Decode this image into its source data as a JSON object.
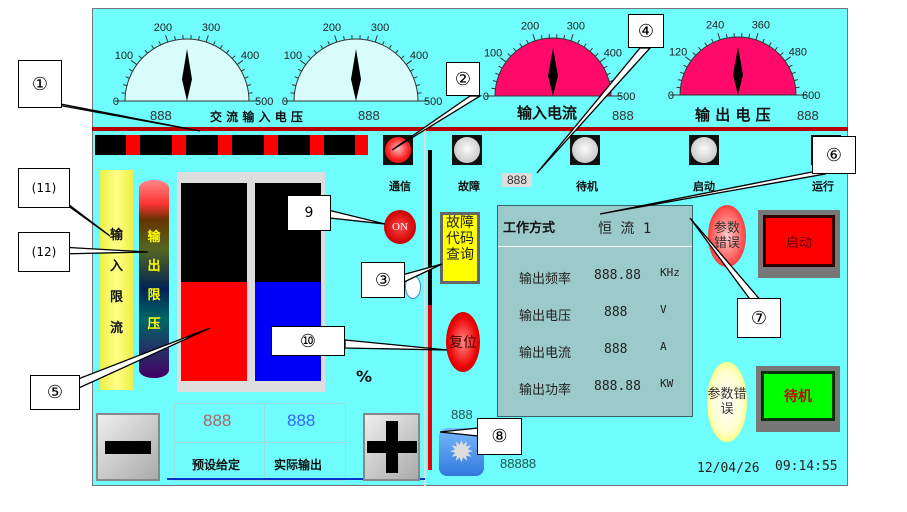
{
  "gauges": [
    {
      "id": "ac-input-voltage-1",
      "min": 0,
      "max": 500,
      "ticks": [
        "0",
        "100",
        "200",
        "300",
        "400",
        "500"
      ],
      "value": 250,
      "face": "#d8fcfc",
      "readout": "888"
    },
    {
      "id": "ac-input-voltage-2",
      "min": 0,
      "max": 500,
      "ticks": [
        "0",
        "100",
        "200",
        "300",
        "400",
        "500"
      ],
      "value": 250,
      "face": "#d8fcfc",
      "readout": "888"
    },
    {
      "id": "input-current",
      "min": 0,
      "max": 500,
      "ticks": [
        "0",
        "100",
        "200",
        "300",
        "400",
        "500"
      ],
      "value": 250,
      "face": "#ff0a6a",
      "readout": "888"
    },
    {
      "id": "output-voltage",
      "min": 0,
      "max": 600,
      "ticks": [
        "0",
        "120",
        "240",
        "360",
        "480",
        "600"
      ],
      "value": 300,
      "face": "#ff0a6a",
      "readout": "888"
    }
  ],
  "gauge_titles": {
    "ac_input": "交 流 输 入 电 压",
    "input_current": "输入电流",
    "output_voltage": "输 出 电 压"
  },
  "lamps": {
    "comm": "通信",
    "fault": "故障",
    "fault_code": "888",
    "standby": "待机",
    "start": "启动",
    "run": "运行"
  },
  "left": {
    "input_limit": [
      "输",
      "入",
      "限",
      "流"
    ],
    "output_limit": [
      "输",
      "出",
      "限",
      "压"
    ],
    "percent": "%",
    "bar_red_level": 0.5,
    "bar_blue_level": 0.5
  },
  "controls": {
    "on": "ON",
    "fault_query": "故障代码查询",
    "reset": "复位",
    "value_888": "888",
    "counter": "88888",
    "minus": "−",
    "plus": "+"
  },
  "setpoint": {
    "preset_value": "888",
    "actual_value": "888",
    "preset_label": "预设给定",
    "actual_label": "实际输出"
  },
  "info": {
    "mode_label": "工作方式",
    "mode_value": "恒 流 1",
    "rows": [
      {
        "label": "输出频率",
        "value": "888.88",
        "unit": "KHz"
      },
      {
        "label": "输出电压",
        "value": "888",
        "unit": "V"
      },
      {
        "label": "输出电流",
        "value": "888",
        "unit": "A"
      },
      {
        "label": "输出功率",
        "value": "888.88",
        "unit": "KW"
      }
    ]
  },
  "right": {
    "param_error_1": "参数错误",
    "start_btn": "启动",
    "param_error_2": "参数错误",
    "standby_btn": "待机"
  },
  "footer": {
    "date": "12/04/26",
    "time": "09:14:55"
  },
  "callouts": {
    "c1": "①",
    "c2": "②",
    "c3": "③",
    "c4": "④",
    "c5": "⑤",
    "c6": "⑥",
    "c7": "⑦",
    "c8": "⑧",
    "c9": "9",
    "c10": "⑩",
    "c11": "(11)",
    "c12": "(12)"
  }
}
